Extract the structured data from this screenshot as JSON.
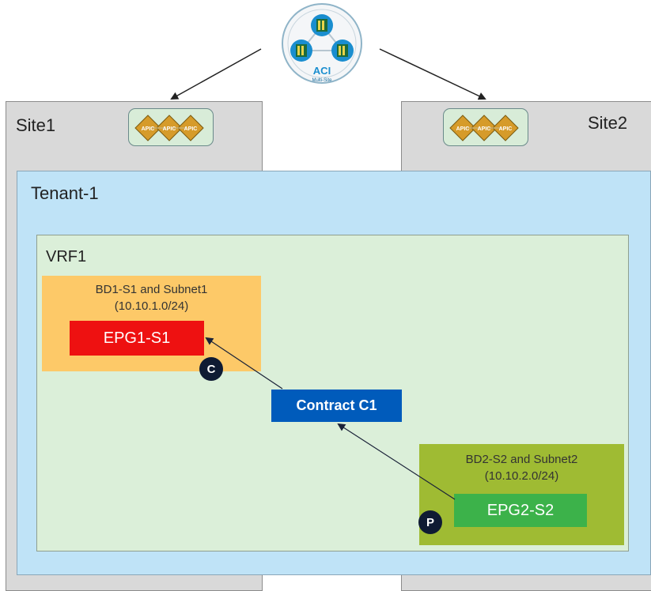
{
  "sites": [
    {
      "label": "Site1"
    },
    {
      "label": "Site2"
    }
  ],
  "apic_label": "APIC",
  "aci": {
    "title": "ACI",
    "subtitle": "Multi-Site"
  },
  "tenant": {
    "label": "Tenant-1"
  },
  "vrf": {
    "label": "VRF1"
  },
  "bd1": {
    "line1": "BD1-S1 and Subnet1",
    "line2": "(10.10.1.0/24)",
    "epg": "EPG1-S1",
    "badge": "C"
  },
  "bd2": {
    "line1": "BD2-S2 and Subnet2",
    "line2": "(10.10.2.0/24)",
    "epg": "EPG2-S2",
    "badge": "P"
  },
  "contract": {
    "label": "Contract C1"
  },
  "colors": {
    "site_bg": "#d9d9d9",
    "tenant_bg": "#bfe3f7",
    "vrf_bg": "#dbefd9",
    "bd1_bg": "#fdc968",
    "bd2_bg": "#9fbb33",
    "epg1": "#ee1111",
    "epg2": "#3cb24a",
    "contract": "#005bbb",
    "badge": "#0f1b33"
  }
}
